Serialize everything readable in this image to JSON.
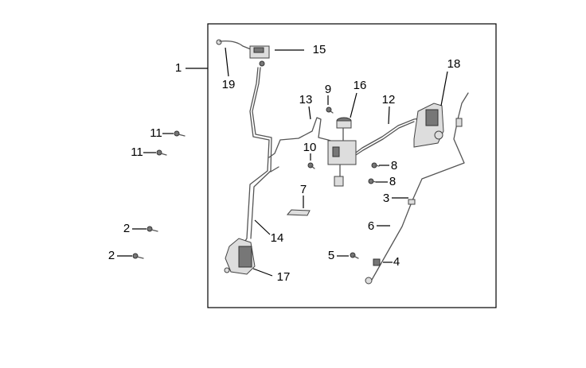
{
  "diagram": {
    "type": "exploded-parts-diagram",
    "callouts": {
      "c1": "1",
      "c2a": "2",
      "c2b": "2",
      "c3": "3",
      "c4": "4",
      "c5": "5",
      "c6": "6",
      "c7": "7",
      "c8a": "8",
      "c8b": "8",
      "c9": "9",
      "c10": "10",
      "c11a": "11",
      "c11b": "11",
      "c12": "12",
      "c13": "13",
      "c14": "14",
      "c15": "15",
      "c16": "16",
      "c17": "17",
      "c18": "18",
      "c19": "19"
    }
  }
}
